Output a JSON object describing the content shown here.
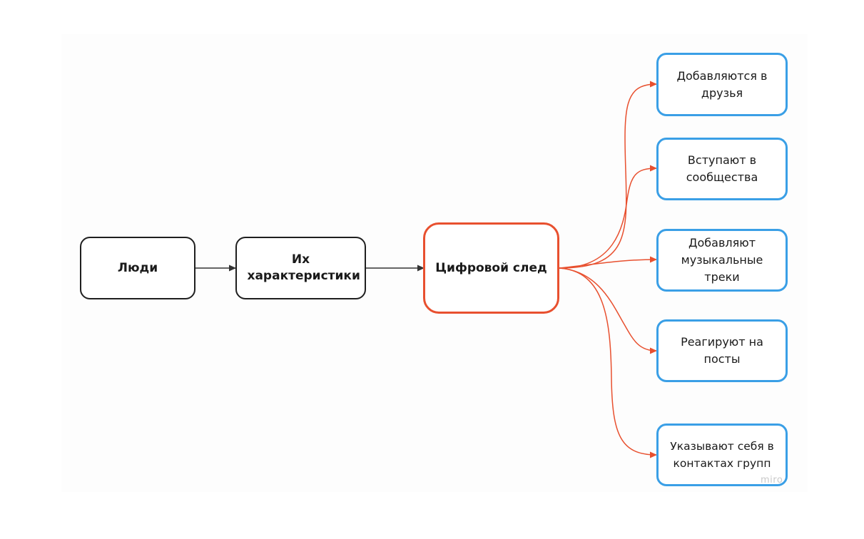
{
  "diagram": {
    "source_nodes": [
      {
        "id": "people",
        "label": "Люди"
      },
      {
        "id": "traits",
        "label": "Их характеристики"
      },
      {
        "id": "footprint",
        "label": "Цифровой след"
      }
    ],
    "actions": [
      {
        "id": "friends",
        "label": "Добавляются в друзья"
      },
      {
        "id": "communities",
        "label": "Вступают в сообщества"
      },
      {
        "id": "music",
        "label": "Добавляют музыкальные треки"
      },
      {
        "id": "react",
        "label": "Реагируют на посты"
      },
      {
        "id": "contacts",
        "label": "Указывают себя в контактах групп"
      }
    ],
    "colors": {
      "dark_edge": "#333333",
      "red_edge": "#e8502f",
      "action_border": "#3a9fe6"
    },
    "watermark": "miro"
  }
}
